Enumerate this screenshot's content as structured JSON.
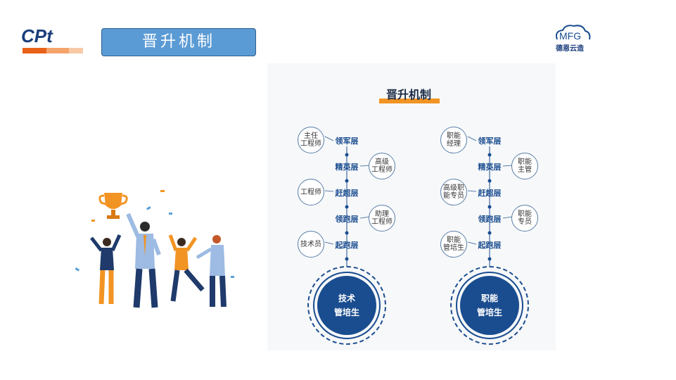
{
  "header": {
    "logo_text": "CPt",
    "title": "晋升机制",
    "mfg_logo_text": "MFG",
    "mfg_subtitle": "德恩云造"
  },
  "panel": {
    "title": "晋升机制",
    "tech": {
      "levels": [
        "领军层",
        "精英层",
        "赶超层",
        "领跑层",
        "起跑层"
      ],
      "bubbles_left": [
        {
          "line1": "主任",
          "line2": "工程师"
        },
        {
          "line1": "工程师",
          "line2": ""
        },
        {
          "line1": "技术员",
          "line2": ""
        }
      ],
      "bubbles_right": [
        {
          "line1": "高级",
          "line2": "工程师"
        },
        {
          "line1": "助理",
          "line2": "工程师"
        }
      ],
      "base_line1": "技术",
      "base_line2": "管培生"
    },
    "func": {
      "levels": [
        "领军层",
        "精英层",
        "赶超层",
        "领跑层",
        "起跑层"
      ],
      "bubbles_left": [
        {
          "line1": "职能",
          "line2": "经理"
        },
        {
          "line1": "高级职",
          "line2": "能专员"
        },
        {
          "line1": "职能",
          "line2": "管培生"
        }
      ],
      "bubbles_right": [
        {
          "line1": "职能",
          "line2": "主管"
        },
        {
          "line1": "职能",
          "line2": "专员"
        }
      ],
      "base_line1": "职能",
      "base_line2": "管培生"
    }
  },
  "colors": {
    "accent_blue": "#1a4d8f",
    "title_box": "#5b9bd5",
    "orange": "#f29423"
  }
}
